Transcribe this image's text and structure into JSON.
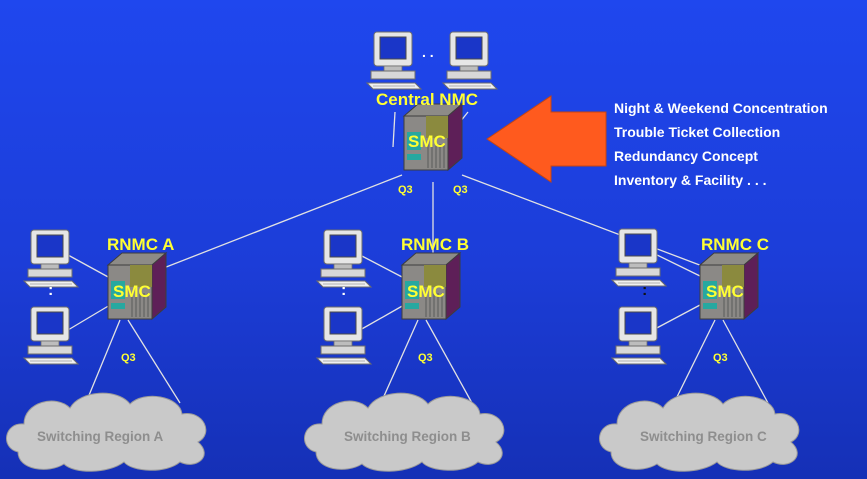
{
  "central": {
    "title": "Central NMC",
    "smc": "SMC",
    "q3_left": "Q3",
    "q3_right": "Q3",
    "dots": ". ."
  },
  "rnmc": [
    {
      "title": "RNMC A",
      "smc": "SMC",
      "q3": "Q3",
      "dots": ":",
      "region": "Switching Region A"
    },
    {
      "title": "RNMC B",
      "smc": "SMC",
      "q3": "Q3",
      "dots": ":",
      "region": "Switching Region B"
    },
    {
      "title": "RNMC C",
      "smc": "SMC",
      "q3": "Q3",
      "dots": ":",
      "region": "Switching Region C"
    }
  ],
  "functions": [
    "Night & Weekend Concentration",
    "Trouble Ticket Collection",
    "Redundancy Concept",
    "Inventory & Facility . . ."
  ],
  "colors": {
    "background": "#1c3dd8",
    "label_yellow": "#ffff33",
    "arrow": "#ff5a1e",
    "cloud": "#c9c9c9",
    "region_text": "#8e8e8e"
  }
}
